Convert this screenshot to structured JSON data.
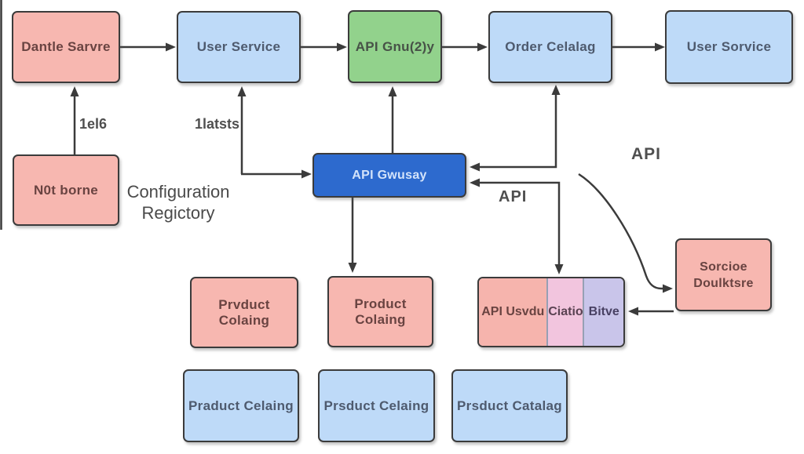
{
  "diagram": {
    "nodes": {
      "top_red": {
        "label": "Dantle Sarvre"
      },
      "top_user": {
        "label": "User Service"
      },
      "top_green": {
        "label": "API Gnu(2)y"
      },
      "top_order": {
        "label": "Order Celalag"
      },
      "top_user2": {
        "label": "User Sorvice"
      },
      "left_red": {
        "label": "N0t borne"
      },
      "gateway": {
        "label": "API Gwusay"
      },
      "mid_red1": {
        "label": "Prvduct Colaing"
      },
      "mid_red2": {
        "label": "Product Colaing"
      },
      "composite": {
        "seg1": "API Usvdu",
        "seg2": "Ciatio",
        "seg3": "Bitve"
      },
      "service_db": {
        "line1": "Sorcioe",
        "line2": "Doulktsre"
      },
      "bottom_blue1": {
        "label": "Praduct Celaing"
      },
      "bottom_blue2": {
        "label": "Prsduct Celaing"
      },
      "bottom_blue3": {
        "label": "Prsduct Catalag"
      }
    },
    "labels": {
      "edge_left": "1el6",
      "edge_mid": "1latsts",
      "config_line1": "Configuration",
      "config_line2": "Regictory",
      "api_upper": "API",
      "api_lower": "API"
    },
    "colors": {
      "box_red": "#f7b7b0",
      "box_blue": "#bedaf8",
      "box_green": "#92d28c",
      "box_gateway": "#2d6ace",
      "seg_pink": "#f2c5de",
      "seg_lavender": "#c9c5ea",
      "line": "#3b3b3b",
      "background": "#ffffff"
    }
  }
}
